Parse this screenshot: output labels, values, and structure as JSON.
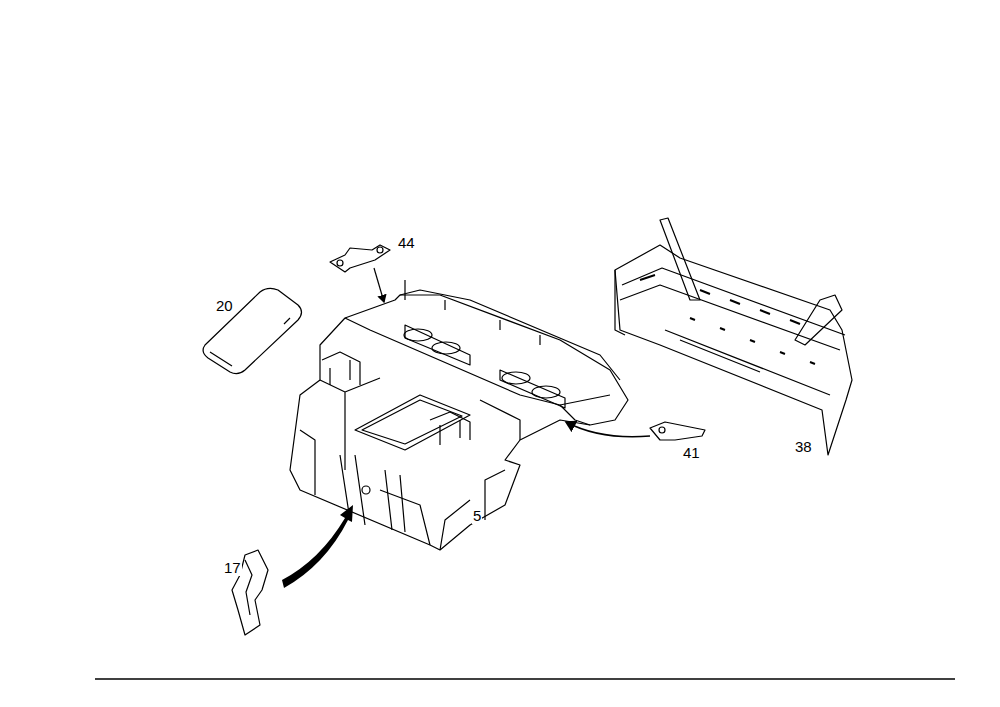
{
  "diagram": {
    "labels": [
      "44",
      "20",
      "41",
      "38",
      "5",
      "17"
    ]
  }
}
